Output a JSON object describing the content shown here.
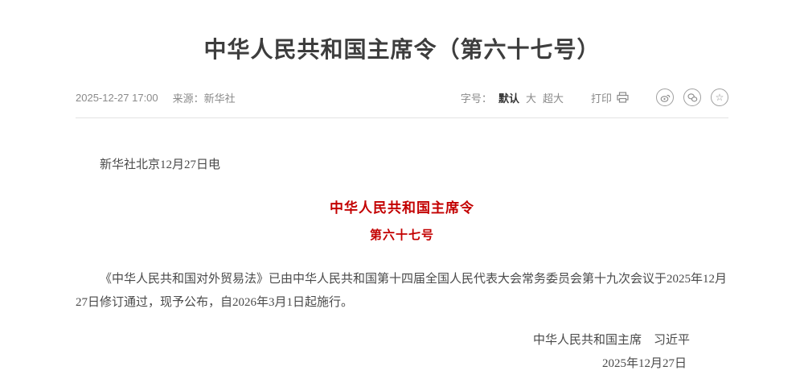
{
  "header": {
    "title": "中华人民共和国主席令（第六十七号）"
  },
  "meta": {
    "datetime": "2025-12-27 17:00",
    "source_label": "来源：",
    "source_value": "新华社",
    "font_size_label": "字号：",
    "font_sizes": [
      {
        "label": "默认",
        "selected": true
      },
      {
        "label": "大",
        "selected": false
      },
      {
        "label": "超大",
        "selected": false
      }
    ],
    "print_label": "打印",
    "share_icons": [
      "weibo-icon",
      "wechat-icon",
      "favorite-icon"
    ]
  },
  "article": {
    "dateline": "新华社北京12月27日电",
    "decree_title": "中华人民共和国主席令",
    "decree_number": "第六十七号",
    "body": "《中华人民共和国对外贸易法》已由中华人民共和国第十四届全国人民代表大会常务委员会第十九次会议于2025年12月27日修订通过，现予公布，自2026年3月1日起施行。",
    "signer": "中华人民共和国主席　习近平",
    "sign_date": "2025年12月27日"
  },
  "colors": {
    "accent_red": "#c30000",
    "meta_text": "#8a8a8a",
    "divider": "#e3e3e3"
  }
}
